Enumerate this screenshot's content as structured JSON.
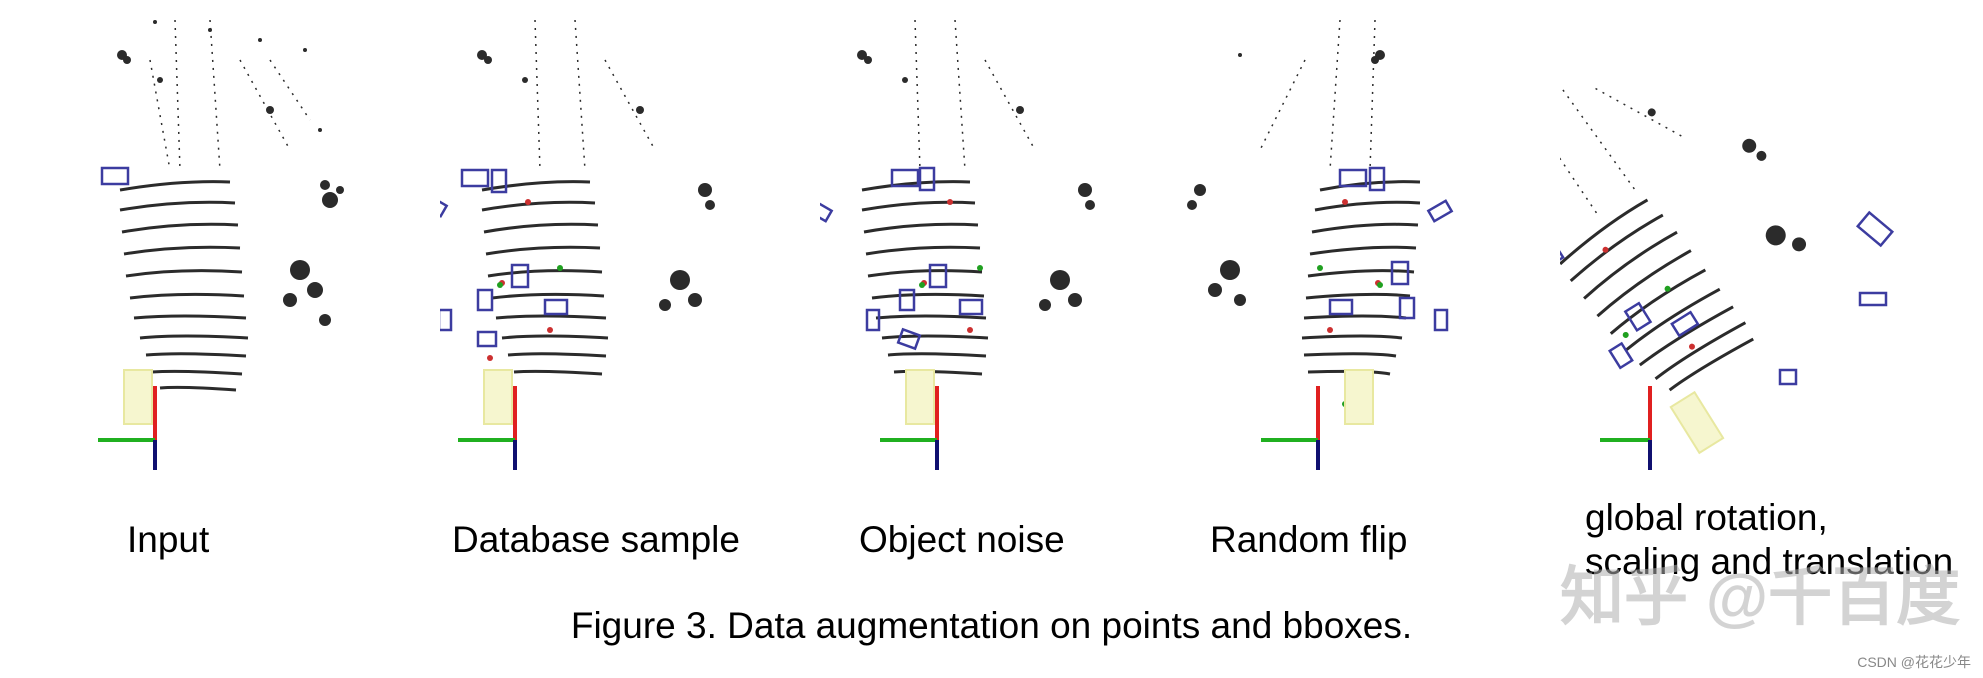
{
  "figure": {
    "caption": "Figure 3. Data augmentation on points and bboxes.",
    "panels": [
      {
        "id": "input",
        "label": "Input"
      },
      {
        "id": "database-sample",
        "label": "Database sample"
      },
      {
        "id": "object-noise",
        "label": "Object noise"
      },
      {
        "id": "random-flip",
        "label": "Random flip"
      },
      {
        "id": "global-transform",
        "label_line1": "global rotation,",
        "label_line2": "scaling and translation"
      }
    ]
  },
  "watermark": {
    "text": "知乎 @千百度"
  },
  "credit": {
    "text": "CSDN @花花少年"
  },
  "colors": {
    "points": "#2b2b2b",
    "bbox": "#3c3ca0",
    "axis_x": "#e02020",
    "axis_y": "#20b020",
    "axis_z": "#101070",
    "ego_box": "#e8e8a0"
  }
}
